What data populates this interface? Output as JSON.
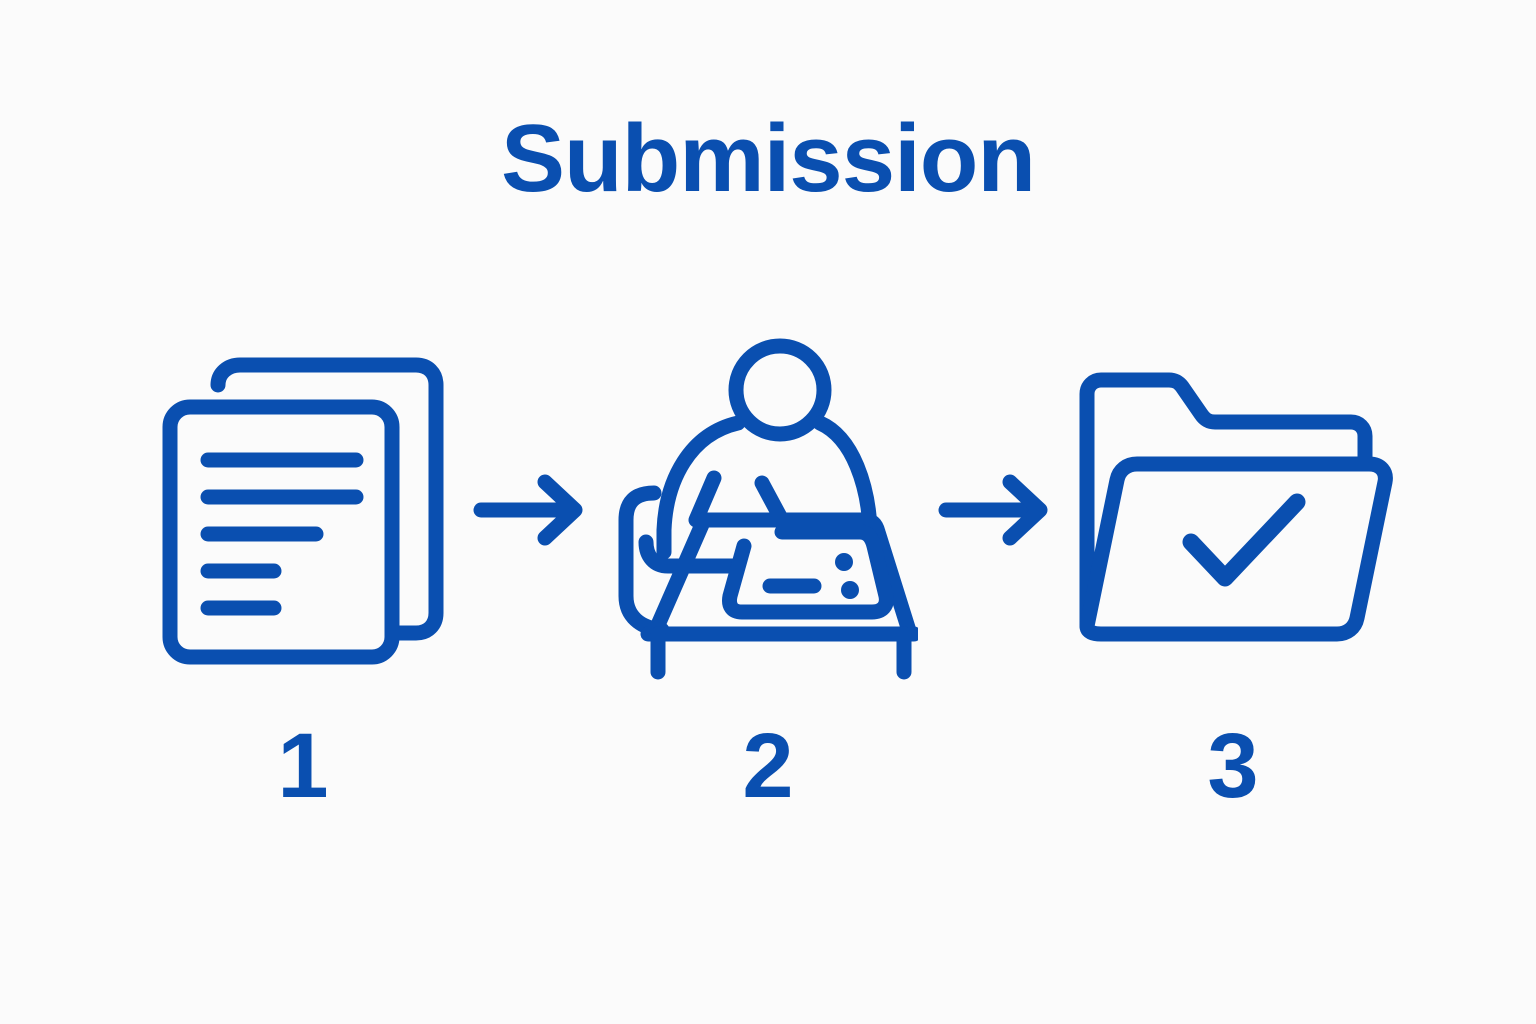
{
  "page": {
    "background_color": "#fbfbfb",
    "accent_color": "#0a4fb0"
  },
  "header": {
    "title": "Submission"
  },
  "flow": {
    "steps": [
      {
        "number": "1",
        "icon": "documents-icon",
        "icon_label": "stacked documents"
      },
      {
        "number": "2",
        "icon": "person-at-desk-icon",
        "icon_label": "person writing at desk"
      },
      {
        "number": "3",
        "icon": "folder-check-icon",
        "icon_label": "open folder with checkmark"
      }
    ],
    "connectors": [
      {
        "icon": "arrow-right-icon"
      },
      {
        "icon": "arrow-right-icon"
      }
    ]
  }
}
